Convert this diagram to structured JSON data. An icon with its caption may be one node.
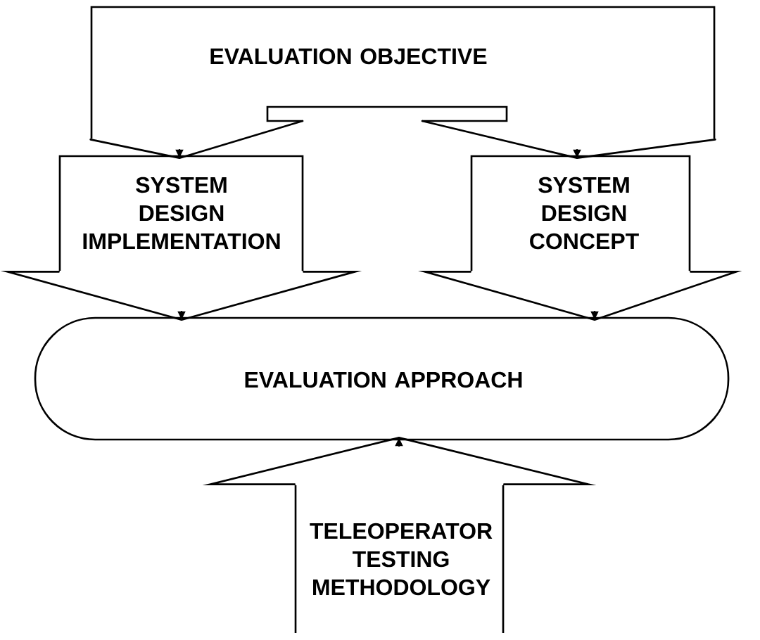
{
  "diagram": {
    "nodes": [
      {
        "text": [
          "EVALUATION OBJECTIVE"
        ]
      },
      {
        "text": [
          "SYSTEM DESIGN IMPLEMENTATION"
        ]
      },
      {
        "text": [
          "SYSTEM DESIGN CONCEPT"
        ]
      },
      {
        "text": [
          "EVALUATION APPROACH"
        ]
      },
      {
        "text": [
          "TELEOPERATOR TESTING METHODOLOGY"
        ]
      }
    ],
    "edges": [
      {
        "from": 0,
        "to": 1,
        "arrow": "to"
      },
      {
        "from": 0,
        "to": 2,
        "arrow": "to"
      },
      {
        "from": 1,
        "to": 3,
        "arrow": "to"
      },
      {
        "from": 2,
        "to": 3,
        "arrow": "to"
      },
      {
        "from": 4,
        "to": 3,
        "arrow": "to"
      }
    ]
  }
}
